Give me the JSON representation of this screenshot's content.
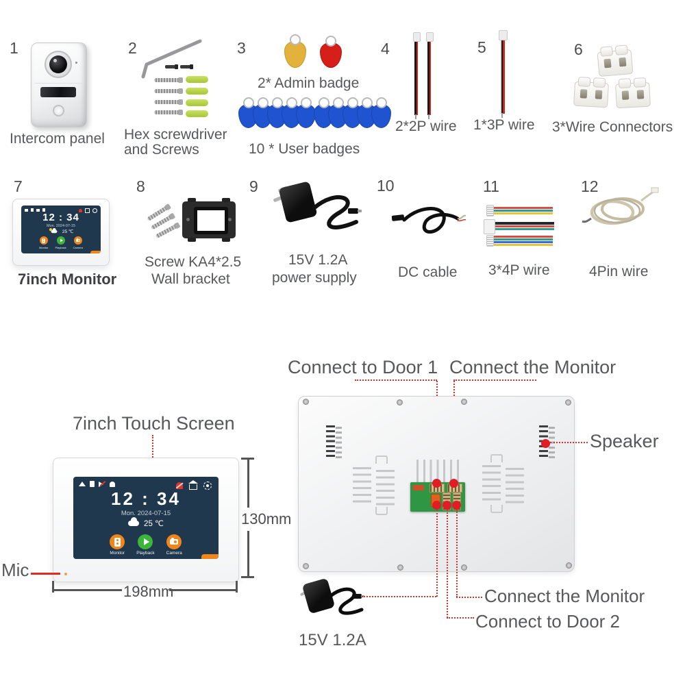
{
  "colors": {
    "accent_red": "#d0342a",
    "screen_navy": "#20384e",
    "button_orange": "#f08519",
    "button_green": "#3db53a"
  },
  "parts": [
    {
      "num": "1",
      "label": "Intercom panel"
    },
    {
      "num": "2",
      "label1": "Hex screwdriver",
      "label2": "and Screws"
    },
    {
      "num": "3",
      "admin_label": "2* Admin badge",
      "user_label": "10 * User badges"
    },
    {
      "num": "4",
      "label": "2*2P wire"
    },
    {
      "num": "5",
      "label": "1*3P wire"
    },
    {
      "num": "6",
      "label": "3*Wire Connectors"
    },
    {
      "num": "7",
      "label": "7inch Monitor"
    },
    {
      "num": "8",
      "label1": "Screw KA4*2.5",
      "label2": "Wall bracket"
    },
    {
      "num": "9",
      "label1": "15V 1.2A",
      "label2": "power supply"
    },
    {
      "num": "10",
      "label": "DC cable"
    },
    {
      "num": "11",
      "label": "3*4P wire"
    },
    {
      "num": "12",
      "label": "4Pin wire"
    }
  ],
  "monitor_screen": {
    "time": "12 : 34",
    "date": "Mon. 2024-07-15",
    "temperature": "25 ℃",
    "buttons": [
      "Monitor",
      "Playback",
      "Camera"
    ]
  },
  "diagram": {
    "touch_screen_label": "7inch Touch Screen",
    "mic_label": "Mic",
    "width_label": "198mm",
    "height_label": "130mm",
    "speaker_label": "Speaker",
    "connect_door1": "Connect to Door 1",
    "connect_monitor_top": "Connect the Monitor",
    "connect_monitor_bottom": "Connect the Monitor",
    "connect_door2": "Connect to Door 2",
    "psu_label": "15V 1.2A"
  }
}
